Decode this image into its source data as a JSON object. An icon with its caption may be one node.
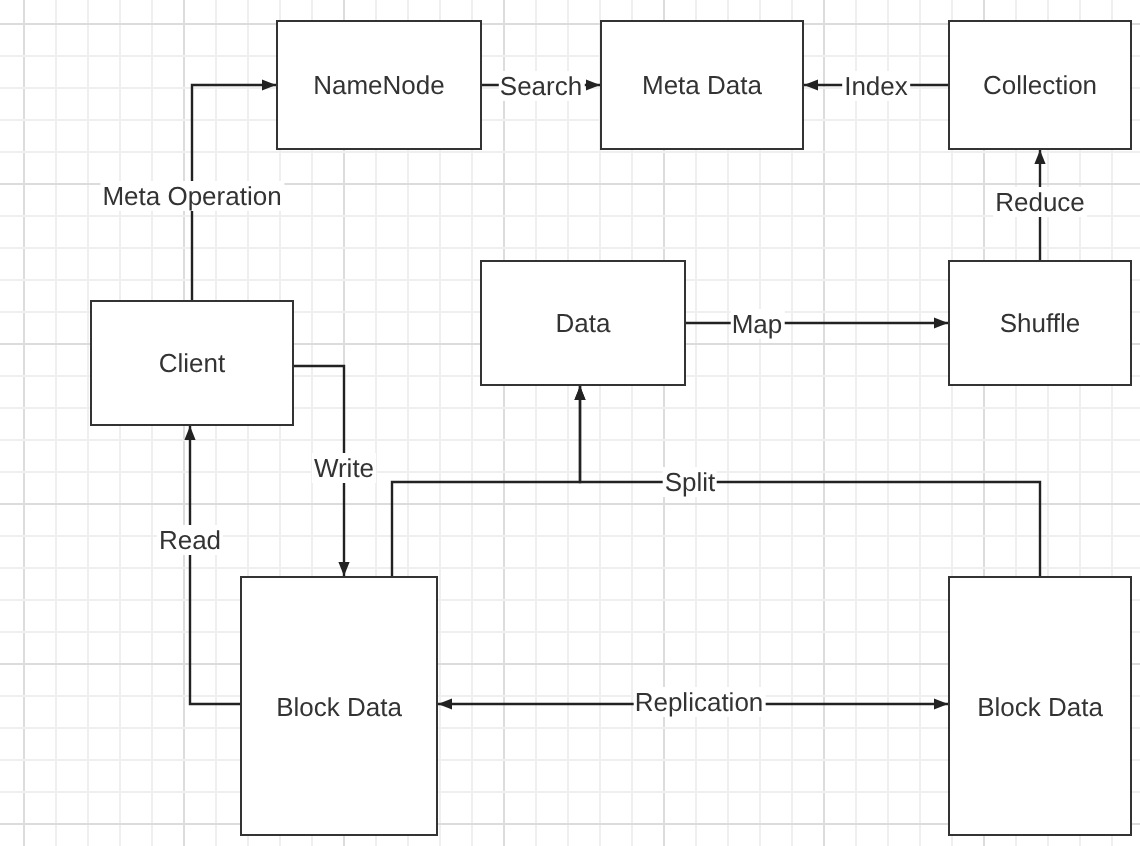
{
  "diagram": {
    "nodes": [
      {
        "text": [
          "NameNode"
        ]
      },
      {
        "text": [
          "Meta Data"
        ]
      },
      {
        "text": [
          "Collection"
        ]
      },
      {
        "text": [
          "Client"
        ]
      },
      {
        "text": [
          "Data"
        ]
      },
      {
        "text": [
          "Shuffle"
        ]
      },
      {
        "text": [
          "Block Data"
        ]
      },
      {
        "text": [
          "Block Data"
        ]
      }
    ],
    "edges": [
      {
        "from": 3,
        "to": 0,
        "label": "Meta Operation",
        "arrow": "to"
      },
      {
        "from": 0,
        "to": 1,
        "label": "Search",
        "arrow": "to"
      },
      {
        "from": 2,
        "to": 1,
        "label": "Index",
        "arrow": "to"
      },
      {
        "from": 5,
        "to": 2,
        "label": "Reduce",
        "arrow": "to"
      },
      {
        "from": 4,
        "to": 5,
        "label": "Map",
        "arrow": "to"
      },
      {
        "from": 3,
        "to": 6,
        "label": "Write",
        "arrow": "to"
      },
      {
        "from": 6,
        "to": 3,
        "label": "Read",
        "arrow": "to"
      },
      {
        "from": 6,
        "to": 4,
        "arrow": "to"
      },
      {
        "from": 7,
        "to": 4,
        "label": "Split",
        "arrow": "to"
      },
      {
        "from": 6,
        "to": 7,
        "label": "Replication",
        "arrow": "both"
      }
    ]
  }
}
